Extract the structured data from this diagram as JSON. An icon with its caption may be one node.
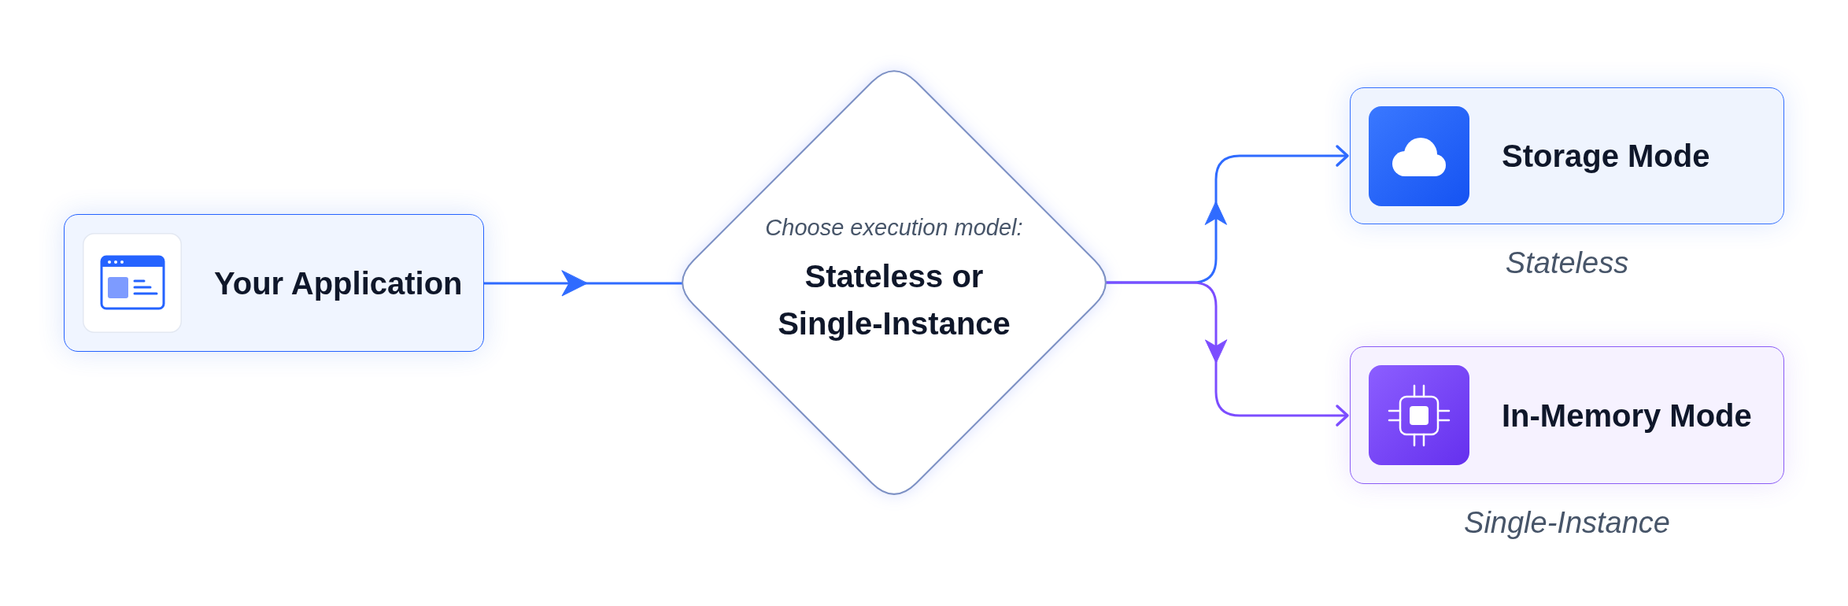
{
  "diagram": {
    "nodes": [
      {
        "text": [
          "Your Application"
        ]
      },
      {
        "text": [
          "Choose execution model:",
          "Stateless or Single-Instance"
        ]
      },
      {
        "text": [
          "Storage Mode"
        ],
        "beside": [
          "Stateless"
        ]
      },
      {
        "text": [
          "In-Memory Mode"
        ],
        "beside": [
          "Single-Instance"
        ]
      }
    ],
    "edges": [
      {
        "from": 0,
        "to": 1,
        "arrow": "to"
      },
      {
        "from": 1,
        "to": 2,
        "arrow": "to"
      },
      {
        "from": 1,
        "to": 3,
        "arrow": "to",
        "color": "#7c4dff"
      }
    ]
  }
}
